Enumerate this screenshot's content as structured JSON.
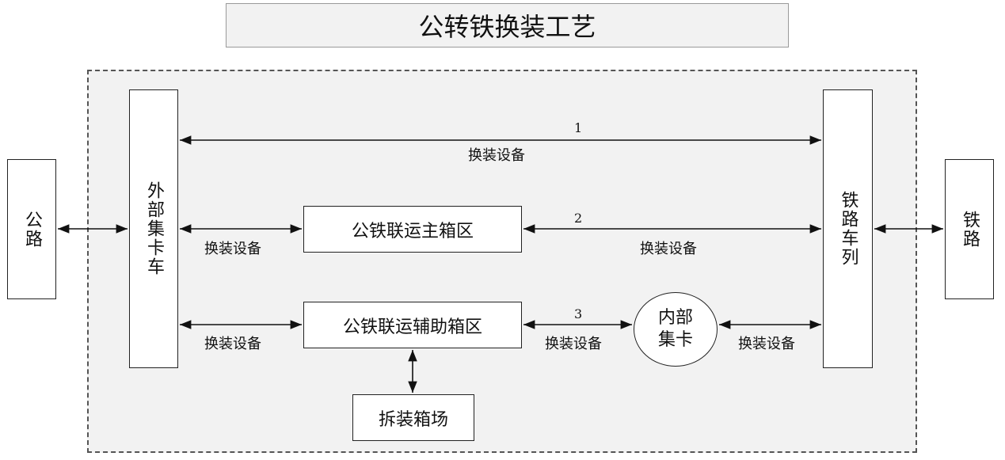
{
  "title": "公转铁换装工艺",
  "nodes": {
    "highway": "公路",
    "external_truck": "外部集卡车",
    "main_yard": "公铁联运主箱区",
    "aux_yard": "公铁联运辅助箱区",
    "unpack_yard": "拆装箱场",
    "internal_truck_line1": "内部",
    "internal_truck_line2": "集卡",
    "rail_train": "铁路车列",
    "railway": "铁路"
  },
  "routes": {
    "route1_num": "1",
    "route2_num": "2",
    "route3_num": "3"
  },
  "edge_labels": {
    "equipment": "换装设备"
  }
}
